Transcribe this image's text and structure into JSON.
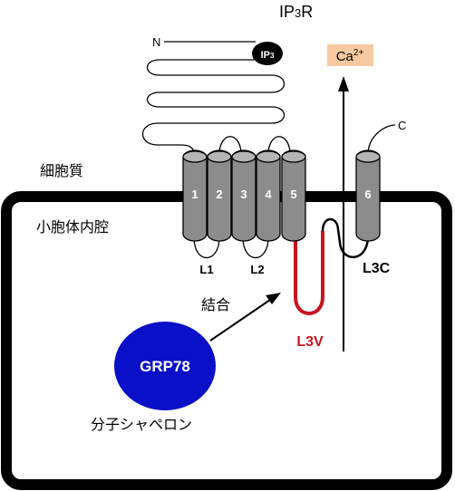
{
  "title": "IP3R",
  "n_terminus": "N",
  "c_terminus": "C",
  "ip3_badge": "IP3",
  "ion_label": "Ca2+",
  "cytosol_label": "細胞質",
  "er_lumen_label": "小胞体内腔",
  "helix_labels": [
    "1",
    "2",
    "3",
    "4",
    "5",
    "6"
  ],
  "loop_labels": {
    "l1": "L1",
    "l2": "L2",
    "l3c": "L3C",
    "l3v": "L3V"
  },
  "binding_label": "結合",
  "chaperone_name": "GRP78",
  "chaperone_caption": "分子シャペロン",
  "colors": {
    "helix_fill": "#8c8c8c",
    "l3v_loop": "#c8141e",
    "grp78": "#0a10c8",
    "ca_box": "#f7c9a0",
    "membrane": "#000000"
  }
}
